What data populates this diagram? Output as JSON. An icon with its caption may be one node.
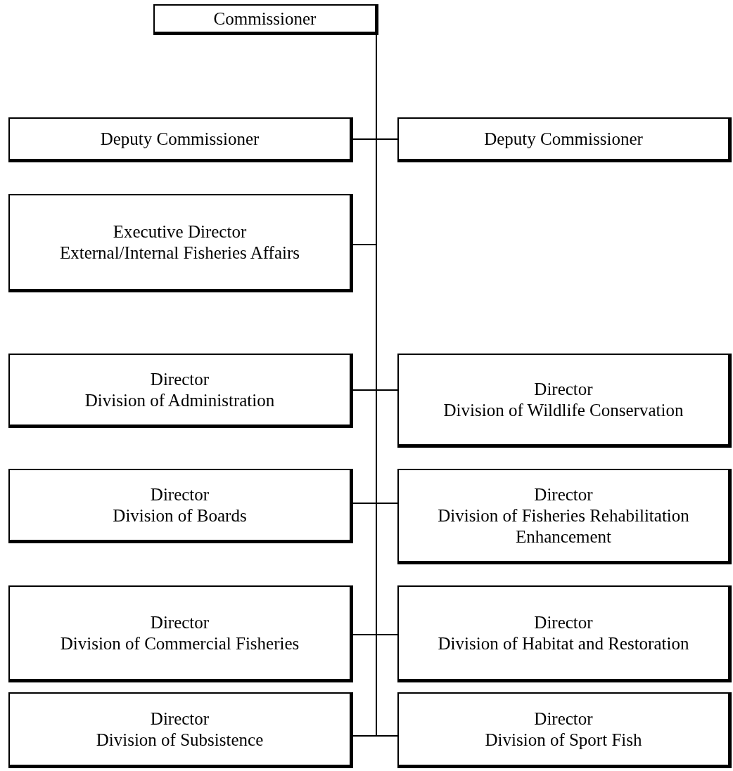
{
  "diagram": {
    "nodes": [
      {
        "text": [
          "Commissioner"
        ]
      },
      {
        "text": [
          "Deputy Commissioner"
        ]
      },
      {
        "text": [
          "Deputy Commissioner"
        ]
      },
      {
        "text": [
          "Executive Director",
          "External/Internal Fisheries Affairs"
        ]
      },
      {
        "text": [
          "Director",
          "Division of Administration"
        ]
      },
      {
        "text": [
          "Director",
          "Division of Wildlife Conservation"
        ]
      },
      {
        "text": [
          "Director",
          "Division of Boards"
        ]
      },
      {
        "text": [
          "Director",
          "Division of Fisheries Rehabilitation Enhancement"
        ]
      },
      {
        "text": [
          "Director",
          "Division of Commercial Fisheries"
        ]
      },
      {
        "text": [
          "Director",
          "Division of Habitat and Restoration"
        ]
      },
      {
        "text": [
          "Director",
          "Division of Subsistence"
        ]
      },
      {
        "text": [
          "Director",
          "Division of Sport Fish"
        ]
      }
    ],
    "edges": [
      {
        "from": 0,
        "to": 1,
        "arrow": "none"
      },
      {
        "from": 0,
        "to": 2,
        "arrow": "none"
      },
      {
        "from": 0,
        "to": 3,
        "arrow": "none"
      },
      {
        "from": 0,
        "to": 4,
        "arrow": "none"
      },
      {
        "from": 0,
        "to": 5,
        "arrow": "none"
      },
      {
        "from": 0,
        "to": 6,
        "arrow": "none"
      },
      {
        "from": 0,
        "to": 7,
        "arrow": "none"
      },
      {
        "from": 0,
        "to": 8,
        "arrow": "none"
      },
      {
        "from": 0,
        "to": 9,
        "arrow": "none"
      },
      {
        "from": 0,
        "to": 10,
        "arrow": "none"
      },
      {
        "from": 0,
        "to": 11,
        "arrow": "none"
      }
    ]
  }
}
